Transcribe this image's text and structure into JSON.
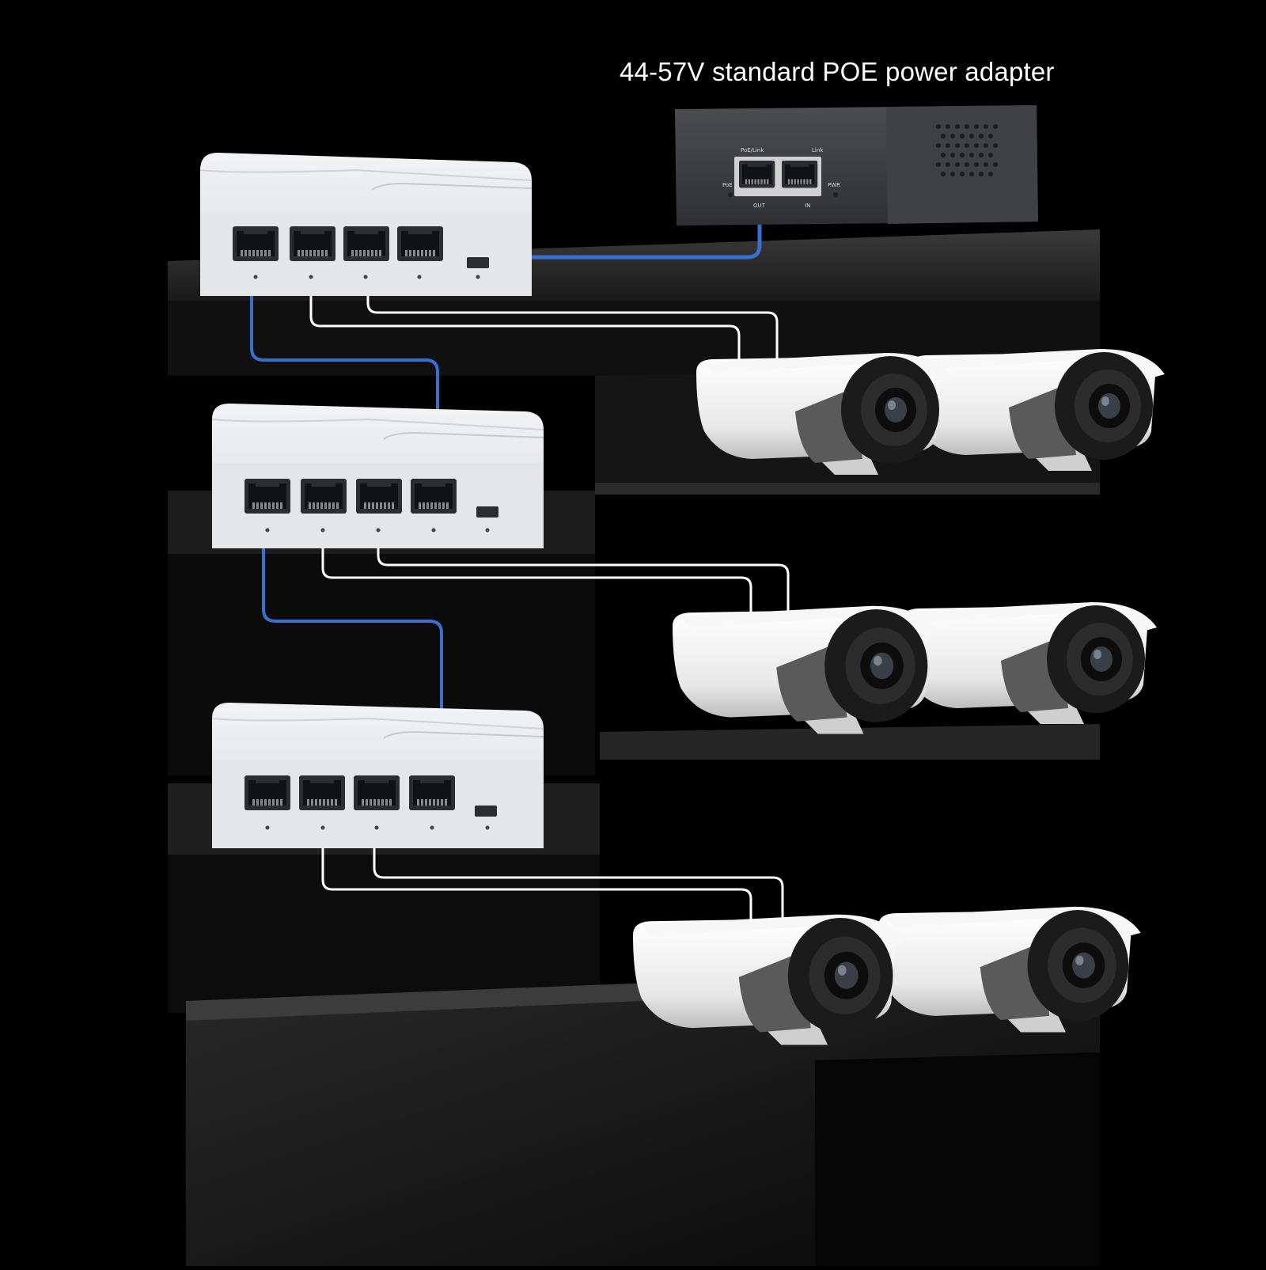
{
  "caption": "44-57V standard POE power adapter",
  "injector": {
    "labels": [
      "PoE/Link",
      "Link",
      "PoE",
      "PWR",
      "OUT",
      "IN"
    ]
  },
  "switches": [
    {
      "name": "switch-1",
      "ports": 4
    },
    {
      "name": "switch-2",
      "ports": 4
    },
    {
      "name": "switch-3",
      "ports": 4
    }
  ],
  "camera_pairs": [
    {
      "name": "camera-pair-1",
      "count": 2
    },
    {
      "name": "camera-pair-2",
      "count": 2
    },
    {
      "name": "camera-pair-3",
      "count": 2
    }
  ],
  "colors": {
    "background": "#000000",
    "uplink_cable": "#3a6fd0",
    "camera_cable": "#ffffff",
    "switch_body": "#e4e6e8",
    "injector_body": "#3a3c3f"
  }
}
